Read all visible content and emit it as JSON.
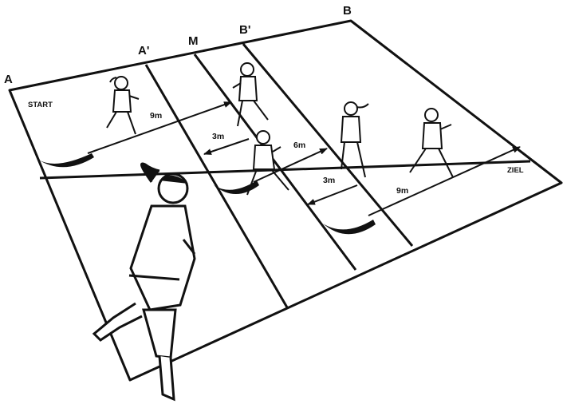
{
  "diagram": {
    "corners": {
      "a": "A",
      "a_prime": "A'",
      "m": "M",
      "b_prime": "B'",
      "b": "B"
    },
    "start_label": "START",
    "finish_label": "ZIEL",
    "distances": {
      "leg1": "9m",
      "leg2": "3m",
      "leg3": "6m",
      "leg4": "3m",
      "leg5": "9m"
    },
    "runner_icons": [
      "runner-1-icon",
      "runner-2-icon",
      "runner-3-icon",
      "runner-4-icon",
      "runner-5-icon",
      "runner-6-icon"
    ],
    "colors": {
      "ink": "#111111",
      "paper": "#ffffff"
    }
  }
}
